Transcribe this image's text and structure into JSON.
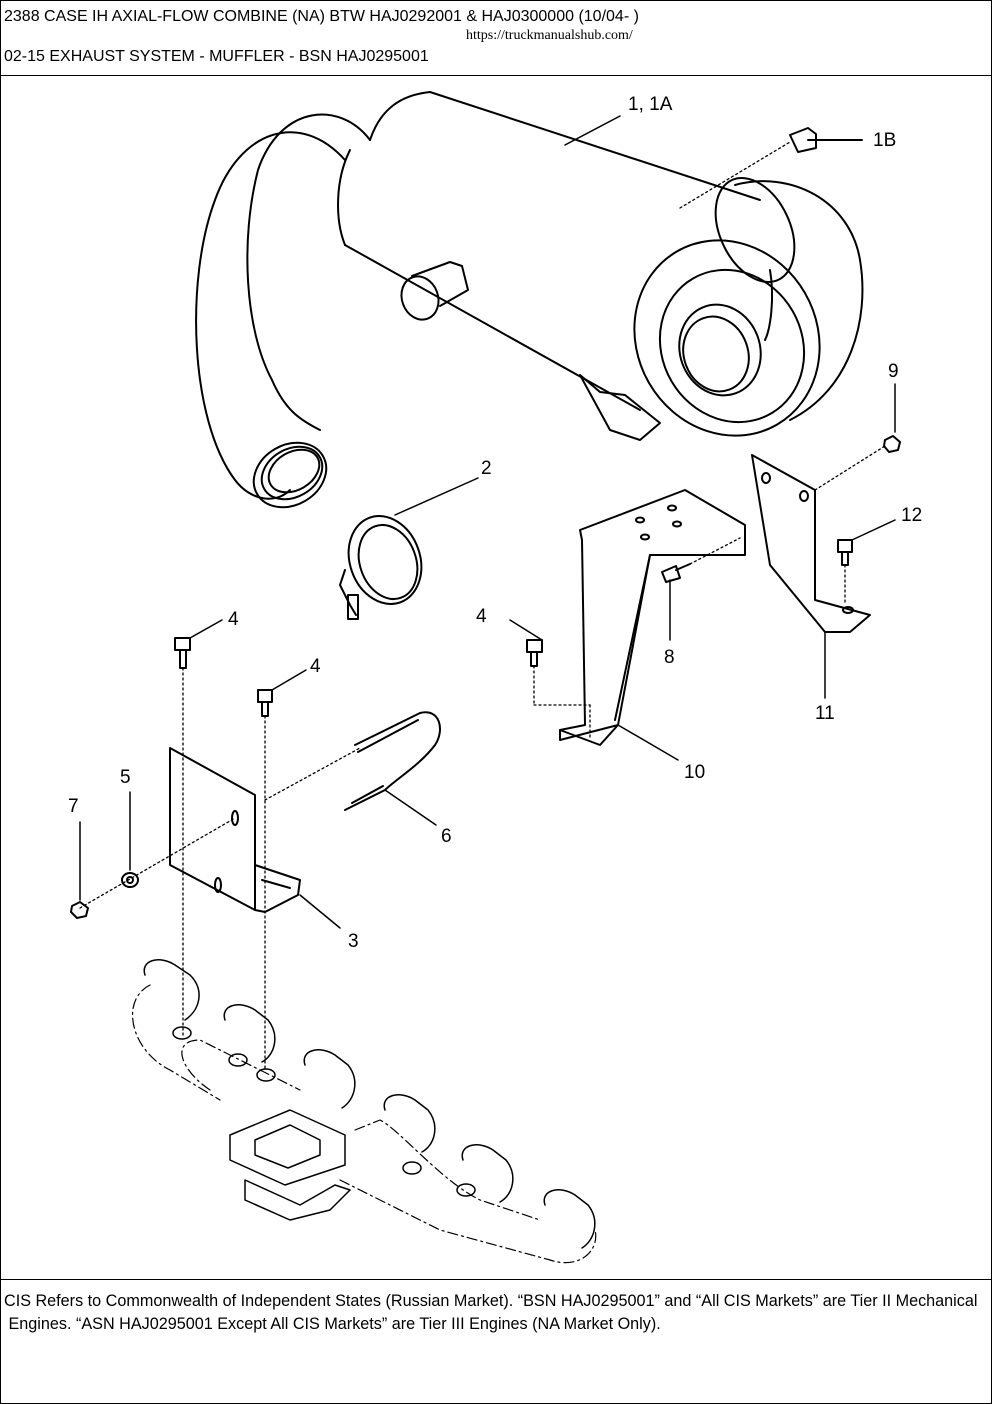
{
  "header": {
    "title_line_1": "2388 CASE IH AXIAL-FLOW COMBINE (NA) BTW HAJ0292001 & HAJ0300000 (10/04- )",
    "source_url": "https://truckmanualshub.com/",
    "title_line_2": "02-15 EXHAUST SYSTEM - MUFFLER - BSN HAJ0295001"
  },
  "callouts": {
    "c1": "1, 1A",
    "c1b": "1B",
    "c2": "2",
    "c3": "3",
    "c4a": "4",
    "c4b": "4",
    "c4c": "4",
    "c5": "5",
    "c6": "6",
    "c7": "7",
    "c8": "8",
    "c9": "9",
    "c10": "10",
    "c11": "11",
    "c12": "12"
  },
  "footnote": {
    "line_1": "CIS Refers to Commonwealth of Independent States (Russian Market). “BSN HAJ0295001” and “All CIS Markets” are Tier II Mechanical",
    "line_2": " Engines. “ASN HAJ0295001 Except All CIS Markets” are Tier III Engines (NA Market Only)."
  }
}
